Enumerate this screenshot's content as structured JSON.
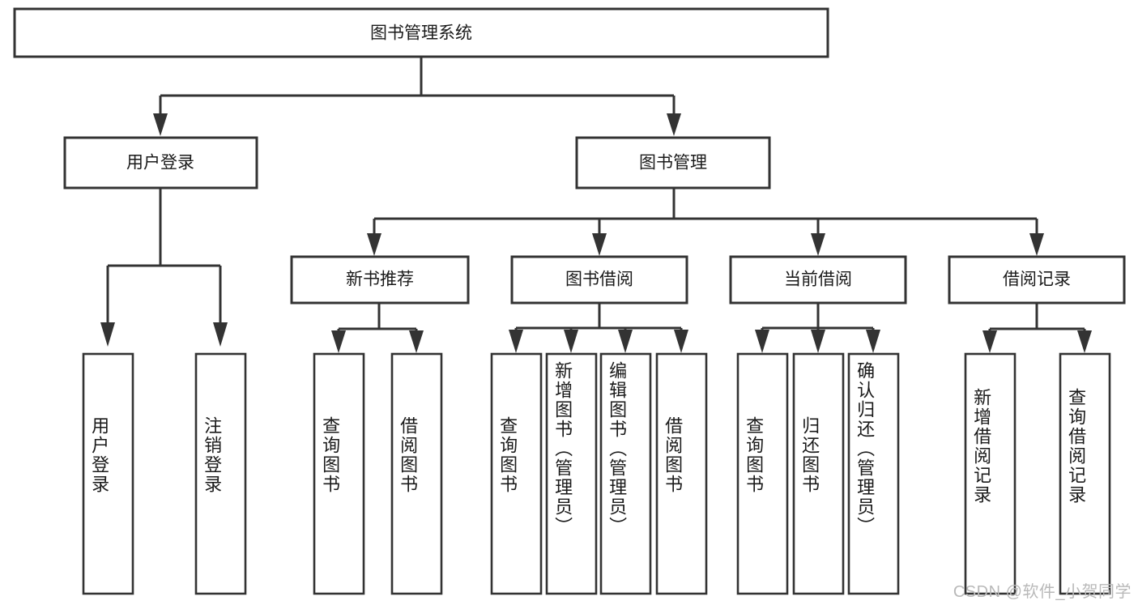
{
  "diagram": {
    "type": "tree",
    "title_node": {
      "label": "图书管理系统"
    },
    "level1": [
      {
        "id": "user-login",
        "label": "用户登录"
      },
      {
        "id": "book-manage",
        "label": "图书管理"
      }
    ],
    "level2": [
      {
        "id": "new-book-recommend",
        "label": "新书推荐"
      },
      {
        "id": "book-borrow",
        "label": "图书借阅"
      },
      {
        "id": "current-borrow",
        "label": "当前借阅"
      },
      {
        "id": "borrow-record",
        "label": "借阅记录"
      }
    ],
    "leaves": {
      "user_login": [
        {
          "id": "leaf-user-login",
          "label": "用户登录"
        },
        {
          "id": "leaf-logout-login",
          "label": "注销登录"
        }
      ],
      "new_book_recommend": [
        {
          "id": "leaf-query-book-1",
          "label": "查询图书"
        },
        {
          "id": "leaf-borrow-book-1",
          "label": "借阅图书"
        }
      ],
      "book_borrow": [
        {
          "id": "leaf-query-book-2",
          "label": "查询图书"
        },
        {
          "id": "leaf-add-book",
          "label": "新增图书（管理员）"
        },
        {
          "id": "leaf-edit-book",
          "label": "编辑图书（管理员）"
        },
        {
          "id": "leaf-borrow-book-2",
          "label": "借阅图书"
        }
      ],
      "current_borrow": [
        {
          "id": "leaf-query-book-3",
          "label": "查询图书"
        },
        {
          "id": "leaf-return-book",
          "label": "归还图书"
        },
        {
          "id": "leaf-confirm-return",
          "label": "确认归还（管理员）"
        }
      ],
      "borrow_record": [
        {
          "id": "leaf-add-record",
          "label": "新增借阅记录"
        },
        {
          "id": "leaf-query-record",
          "label": "查询借阅记录"
        }
      ]
    },
    "watermark": "CSDN @软件_小贺同学",
    "colors": {
      "stroke": "#333333",
      "box_fill": "#ffffff",
      "text": "#1a1a1a",
      "watermark": "#b9b9b9",
      "background": "#ffffff"
    }
  }
}
